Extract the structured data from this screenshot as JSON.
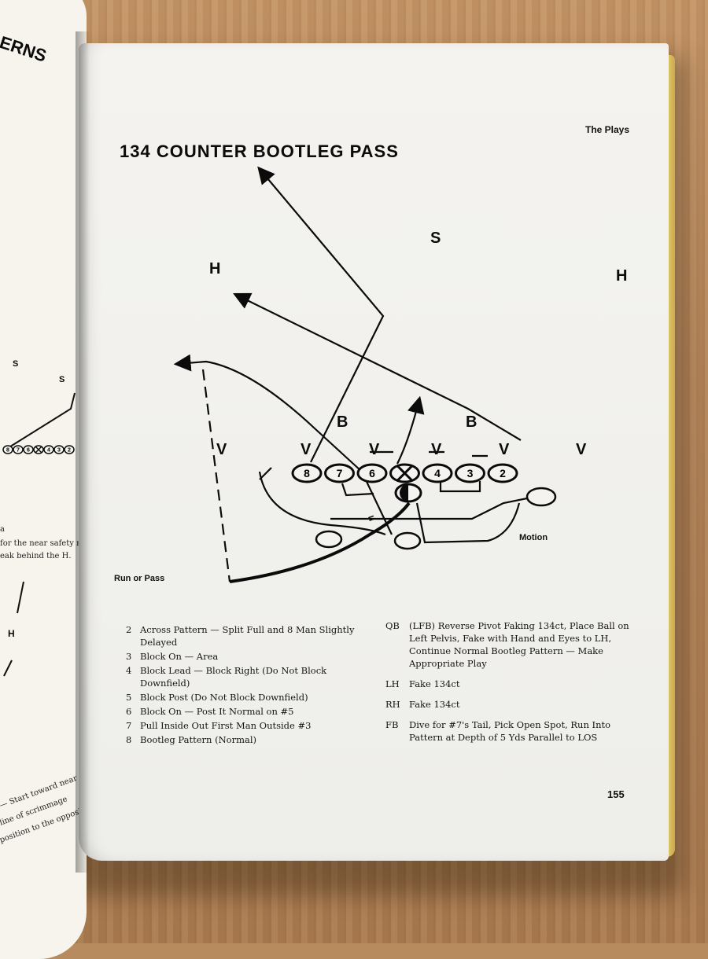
{
  "book": {
    "running_head": "The Plays",
    "page_number": "155"
  },
  "play": {
    "title": "134 COUNTER BOOTLEG PASS",
    "labels": {
      "run_or_pass": "Run or Pass",
      "motion": "Motion"
    },
    "offense_line": [
      "8",
      "7",
      "6",
      "X",
      "4",
      "3",
      "2"
    ],
    "defense": {
      "safety": "S",
      "halfbacks": [
        "H",
        "H"
      ],
      "backers": [
        "B",
        "B"
      ],
      "linemen": [
        "V",
        "V",
        "V",
        "V",
        "V",
        "V"
      ]
    }
  },
  "assignments": {
    "left": [
      {
        "num": "2",
        "text": "Across Pattern — Split Full and 8 Man Slightly Delayed"
      },
      {
        "num": "3",
        "text": "Block On — Area"
      },
      {
        "num": "4",
        "text": "Block Lead — Block Right (Do Not Block Downfield)"
      },
      {
        "num": "5",
        "text": "Block Post (Do Not Block Downfield)"
      },
      {
        "num": "6",
        "text": "Block On — Post It Normal on #5"
      },
      {
        "num": "7",
        "text": "Pull Inside Out First Man Outside #3"
      },
      {
        "num": "8",
        "text": "Bootleg Pattern (Normal)"
      }
    ],
    "right": [
      {
        "pos": "QB",
        "text": "(LFB) Reverse Pivot Faking 134ct, Place Ball on Left Pelvis, Fake with Hand and Eyes to LH, Continue Normal Bootleg Pattern — Make Appropriate Play"
      },
      {
        "pos": "LH",
        "text": "Fake 134ct"
      },
      {
        "pos": "RH",
        "text": "Fake 134ct"
      },
      {
        "pos": "FB",
        "text": "Dive for #7's Tail, Pick Open Spot, Run Into Pattern at Depth of 5 Yds Parallel to LOS"
      }
    ]
  },
  "left_page": {
    "heading_fragment": "ERNS",
    "safety_marks": [
      "S",
      "S"
    ],
    "line_fragment": [
      "8",
      "7",
      "6",
      "X",
      "4",
      "3",
      "2"
    ],
    "half_mark": "H",
    "text_fragments": [
      "a",
      "for the near safety man at abo",
      "eak behind the H.",
      "— Start toward near",
      "line of scrimmage",
      "position to the opposite"
    ]
  }
}
